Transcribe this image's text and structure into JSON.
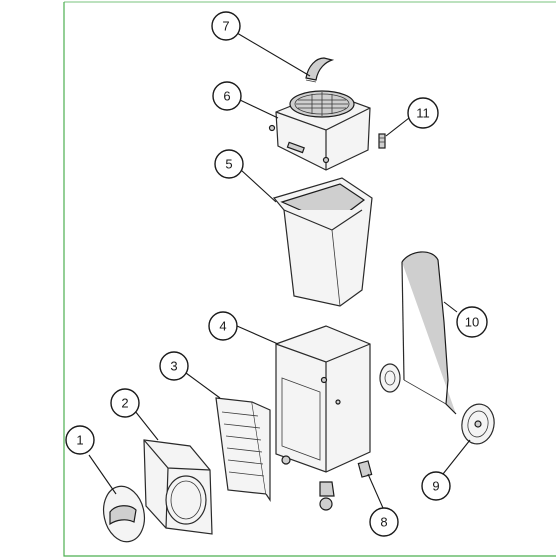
{
  "diagram": {
    "colors": {
      "border": "#4caf50",
      "line": "#1a1a1a",
      "part_fill": "#f4f4f4",
      "part_shade": "#cfcfcf"
    },
    "callouts": [
      {
        "id": "c1",
        "label": "1"
      },
      {
        "id": "c2",
        "label": "2"
      },
      {
        "id": "c3",
        "label": "3"
      },
      {
        "id": "c4",
        "label": "4"
      },
      {
        "id": "c5",
        "label": "5"
      },
      {
        "id": "c6",
        "label": "6"
      },
      {
        "id": "c7",
        "label": "7"
      },
      {
        "id": "c8",
        "label": "8"
      },
      {
        "id": "c9",
        "label": "9"
      },
      {
        "id": "c10",
        "label": "10"
      },
      {
        "id": "c11",
        "label": "11"
      }
    ]
  }
}
